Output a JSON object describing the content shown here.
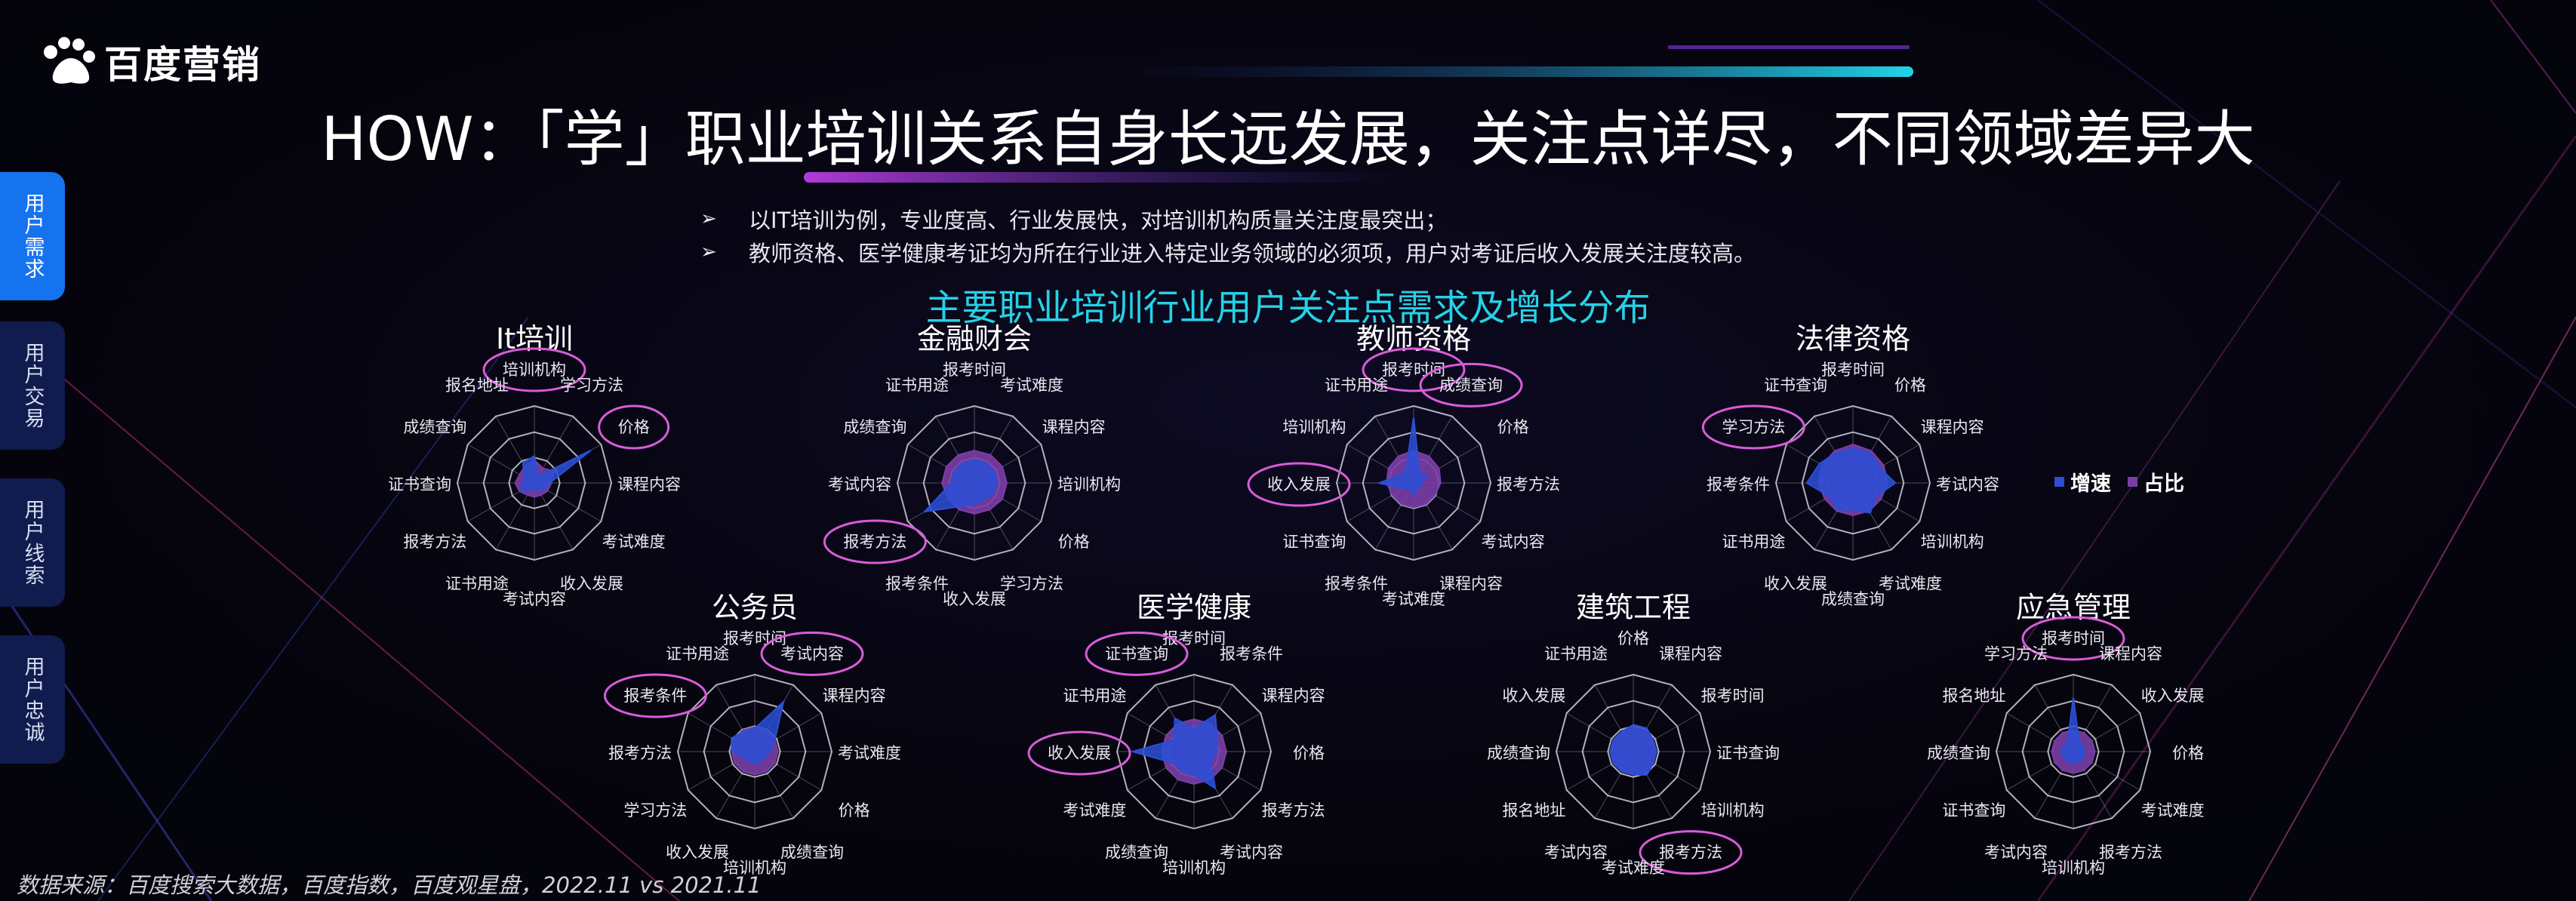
{
  "brand": {
    "name": "百度营销"
  },
  "title": "HOW：「学」职业培训关系自身长远发展，关注点详尽，不同领域差异大",
  "bullets": [
    "以IT培训为例，专业度高、行业发展快，对培训机构质量关注度最突出；",
    "教师资格、医学健康考证均为所在行业进入特定业务领域的必须项，用户对考证后收入发展关注度较高。"
  ],
  "bullet_marker": "➢",
  "subtitle": "主要职业培训行业用户关注点需求及增长分布",
  "sidebar": {
    "tabs": [
      {
        "label": "用户需求",
        "active": true
      },
      {
        "label": "用户交易",
        "active": false
      },
      {
        "label": "用户线索",
        "active": false
      },
      {
        "label": "用户忠诚",
        "active": false
      }
    ]
  },
  "legend": {
    "growth": "增速",
    "share": "占比"
  },
  "colors": {
    "growth": "#2b4fd6",
    "share": "#7a3ea6",
    "highlight": "#d85cd8",
    "subtitle": "#25d1e6",
    "active_tab": "#1673f0"
  },
  "source": "数据来源：百度搜索大数据，百度指数，百度观星盘，2022.11 vs 2021.11",
  "chart_data": [
    {
      "type": "radar",
      "title": "It培训",
      "axes": [
        "培训机构",
        "学习方法",
        "价格",
        "课程内容",
        "考试难度",
        "收入发展",
        "考试内容",
        "证书用途",
        "报考方法",
        "证书查询",
        "成绩查询",
        "报名地址"
      ],
      "highlight": [
        "培训机构",
        "价格"
      ],
      "series": [
        {
          "key": "growth",
          "values": [
            0.35,
            0.1,
            0.85,
            0.2,
            0.15,
            0.1,
            0.1,
            0.1,
            0.2,
            0.15,
            0.15,
            0.3
          ]
        },
        {
          "key": "share",
          "values": [
            0.3,
            0.22,
            0.3,
            0.22,
            0.2,
            0.18,
            0.18,
            0.18,
            0.22,
            0.25,
            0.22,
            0.25
          ]
        }
      ]
    },
    {
      "type": "radar",
      "title": "金融财会",
      "axes": [
        "报考时间",
        "考试难度",
        "课程内容",
        "培训机构",
        "价格",
        "学习方法",
        "收入发展",
        "报考条件",
        "报考方法",
        "考试内容",
        "成绩查询",
        "证书用途"
      ],
      "highlight": [
        "报考方法"
      ],
      "series": [
        {
          "key": "growth",
          "values": [
            0.3,
            0.3,
            0.3,
            0.3,
            0.28,
            0.25,
            0.28,
            0.35,
            0.75,
            0.3,
            0.3,
            0.3
          ]
        },
        {
          "key": "share",
          "values": [
            0.42,
            0.42,
            0.42,
            0.42,
            0.42,
            0.4,
            0.4,
            0.4,
            0.4,
            0.42,
            0.42,
            0.42
          ]
        }
      ]
    },
    {
      "type": "radar",
      "title": "教师资格",
      "axes": [
        "报考时间",
        "成绩查询",
        "价格",
        "报考方法",
        "考试内容",
        "课程内容",
        "考试难度",
        "报考条件",
        "证书查询",
        "收入发展",
        "培训机构",
        "证书用途"
      ],
      "highlight": [
        "报考时间",
        "成绩查询",
        "收入发展"
      ],
      "series": [
        {
          "key": "growth",
          "values": [
            0.85,
            0.15,
            0.2,
            0.1,
            0.1,
            0.1,
            0.15,
            0.1,
            0.15,
            0.45,
            0.2,
            0.2
          ]
        },
        {
          "key": "share",
          "values": [
            0.42,
            0.4,
            0.38,
            0.35,
            0.32,
            0.32,
            0.32,
            0.32,
            0.32,
            0.35,
            0.38,
            0.4
          ]
        }
      ]
    },
    {
      "type": "radar",
      "title": "法律资格",
      "axes": [
        "报考时间",
        "价格",
        "课程内容",
        "考试内容",
        "培训机构",
        "考试难度",
        "成绩查询",
        "收入发展",
        "证书用途",
        "报考条件",
        "学习方法",
        "证书查询"
      ],
      "highlight": [
        "学习方法"
      ],
      "series": [
        {
          "key": "growth",
          "values": [
            0.45,
            0.45,
            0.4,
            0.55,
            0.35,
            0.45,
            0.35,
            0.4,
            0.35,
            0.6,
            0.5,
            0.45
          ]
        },
        {
          "key": "share",
          "values": [
            0.5,
            0.48,
            0.46,
            0.45,
            0.42,
            0.42,
            0.42,
            0.42,
            0.42,
            0.45,
            0.46,
            0.48
          ]
        }
      ]
    },
    {
      "type": "radar",
      "title": "公务员",
      "axes": [
        "报考时间",
        "考试内容",
        "课程内容",
        "考试难度",
        "价格",
        "成绩查询",
        "培训机构",
        "收入发展",
        "学习方法",
        "报考方法",
        "报考条件",
        "证书用途"
      ],
      "highlight": [
        "考试内容",
        "报考条件"
      ],
      "series": [
        {
          "key": "growth",
          "values": [
            0.3,
            0.75,
            0.3,
            0.2,
            0.15,
            0.15,
            0.15,
            0.15,
            0.15,
            0.3,
            0.35,
            0.3
          ]
        },
        {
          "key": "share",
          "values": [
            0.32,
            0.32,
            0.3,
            0.3,
            0.3,
            0.3,
            0.3,
            0.3,
            0.3,
            0.3,
            0.3,
            0.32
          ]
        }
      ]
    },
    {
      "type": "radar",
      "title": "医学健康",
      "axes": [
        "报考时间",
        "报考条件",
        "课程内容",
        "价格",
        "报考方法",
        "考试内容",
        "培训机构",
        "成绩查询",
        "考试难度",
        "收入发展",
        "证书用途",
        "证书查询"
      ],
      "highlight": [
        "证书查询",
        "收入发展"
      ],
      "series": [
        {
          "key": "growth",
          "values": [
            0.3,
            0.55,
            0.35,
            0.3,
            0.25,
            0.55,
            0.3,
            0.3,
            0.3,
            0.8,
            0.3,
            0.5
          ]
        },
        {
          "key": "share",
          "values": [
            0.42,
            0.42,
            0.42,
            0.42,
            0.42,
            0.42,
            0.42,
            0.42,
            0.42,
            0.42,
            0.42,
            0.42
          ]
        }
      ]
    },
    {
      "type": "radar",
      "title": "建筑工程",
      "axes": [
        "价格",
        "课程内容",
        "报考时间",
        "证书查询",
        "培训机构",
        "报考方法",
        "考试难度",
        "考试内容",
        "报名地址",
        "成绩查询",
        "收入发展",
        "证书用途"
      ],
      "highlight": [
        "报考方法"
      ],
      "series": [
        {
          "key": "growth",
          "values": [
            0.35,
            0.35,
            0.3,
            0.3,
            0.3,
            0.35,
            0.3,
            0.3,
            0.3,
            0.3,
            0.3,
            0.3
          ]
        },
        {
          "key": "share",
          "values": [
            0.3,
            0.3,
            0.3,
            0.3,
            0.3,
            0.3,
            0.3,
            0.3,
            0.3,
            0.3,
            0.3,
            0.3
          ]
        }
      ]
    },
    {
      "type": "radar",
      "title": "应急管理",
      "axes": [
        "报考时间",
        "课程内容",
        "收入发展",
        "价格",
        "考试难度",
        "报考方法",
        "培训机构",
        "考试内容",
        "证书查询",
        "成绩查询",
        "报名地址",
        "学习方法"
      ],
      "highlight": [
        "报考时间"
      ],
      "series": [
        {
          "key": "growth",
          "values": [
            0.7,
            0.15,
            0.15,
            0.15,
            0.15,
            0.15,
            0.15,
            0.15,
            0.15,
            0.15,
            0.15,
            0.15
          ]
        },
        {
          "key": "share",
          "values": [
            0.28,
            0.28,
            0.28,
            0.28,
            0.28,
            0.28,
            0.28,
            0.28,
            0.28,
            0.28,
            0.28,
            0.28
          ]
        }
      ]
    }
  ]
}
